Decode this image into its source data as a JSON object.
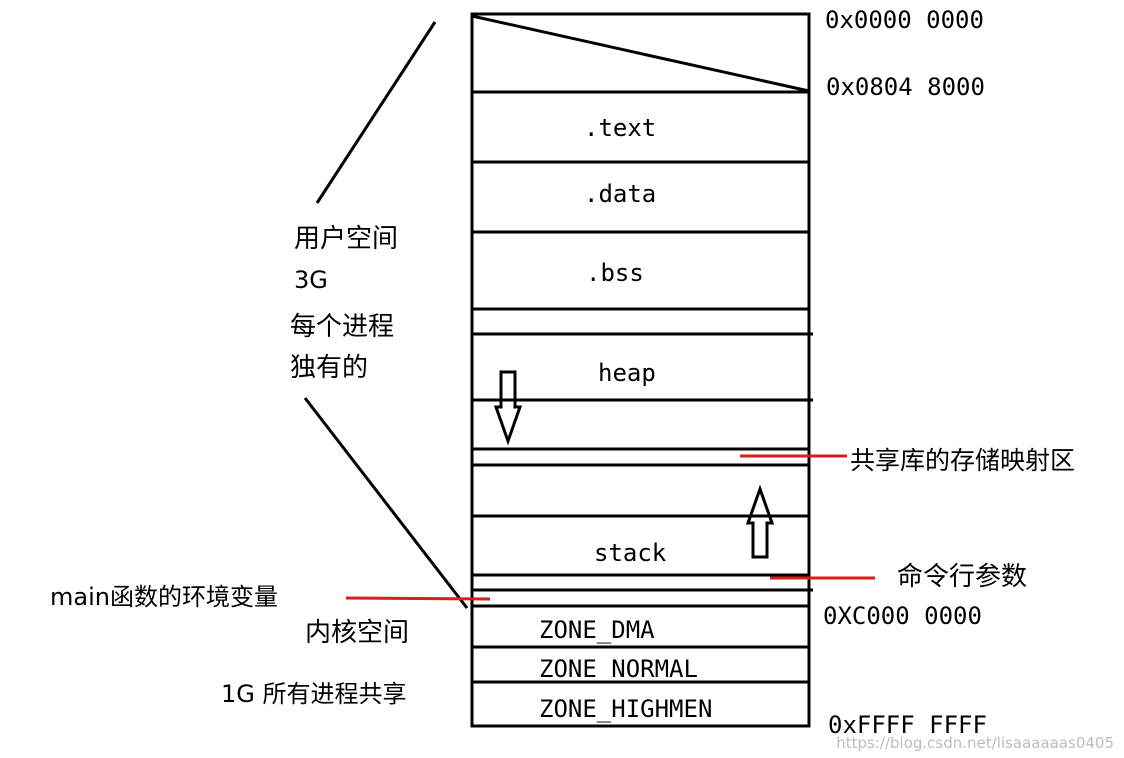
{
  "colors": {
    "line": "#000000",
    "pointer": "#d81e1e",
    "watermark": "#bdbdbd"
  },
  "segments": {
    "text": ".text",
    "data": ".data",
    "bss": ".bss",
    "heap": "heap",
    "stack": "stack",
    "zone_dma": "ZONE_DMA",
    "zone_normal": "ZONE_NORMAL",
    "zone_highmen": "ZONE_HIGHMEN"
  },
  "addresses": {
    "start": "0x0000 0000",
    "text_start": "0x0804 8000",
    "kernel_start": "0XC000 0000",
    "end": "0xFFFF FFFF"
  },
  "annotations": {
    "user_space": "用户空间",
    "user_size": "3G",
    "per_process": "每个进程",
    "exclusive": "独有的",
    "shared_lib": "共享库的存储映射区",
    "cmdline_args": "命令行参数",
    "main_env": "main函数的环境变量",
    "kernel_space": "内核空间",
    "kernel_shared": "1G 所有进程共享"
  },
  "watermark": "https://blog.csdn.net/lisaaaaaas0405"
}
